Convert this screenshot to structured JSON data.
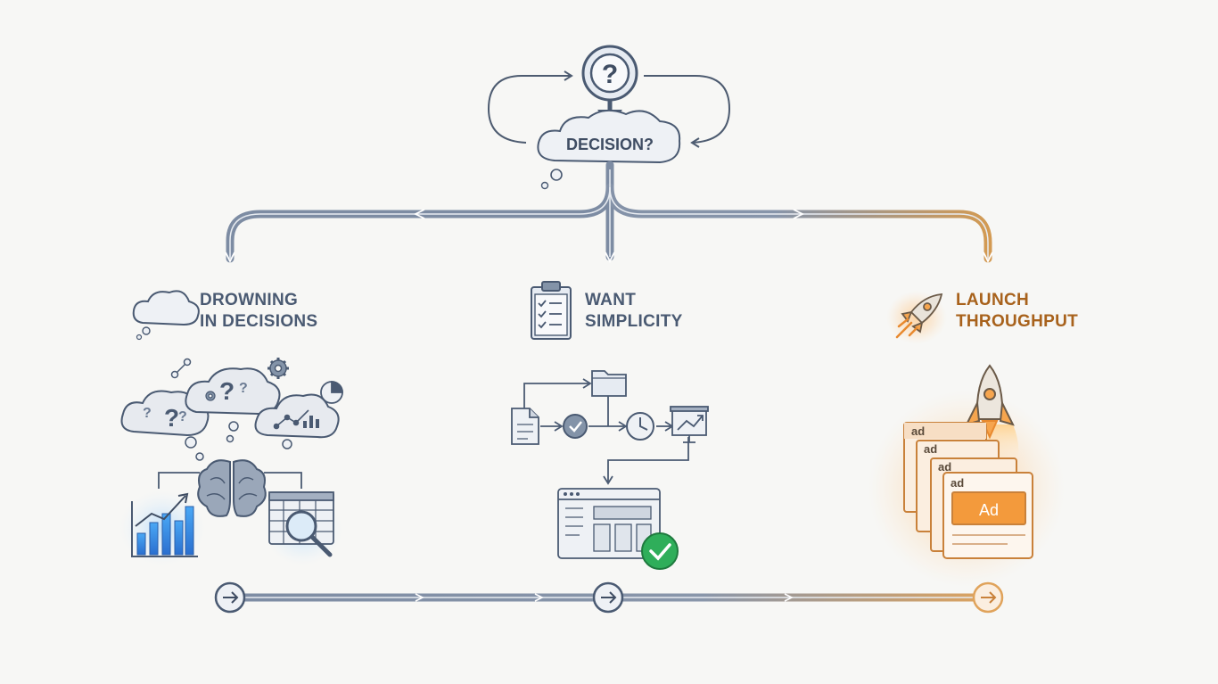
{
  "center": {
    "question_glyph": "?",
    "decision_label": "DECISION?"
  },
  "left": {
    "title_line1": "DROWNING",
    "title_line2": "IN DECISIONS",
    "cloud_marks": [
      "?",
      "?",
      "?",
      "?",
      "?"
    ]
  },
  "middle": {
    "title_line1": "WANT",
    "title_line2": "SIMPLICITY"
  },
  "right": {
    "title_line1": "LAUNCH",
    "title_line2": "THROUGHPUT",
    "ad_labels": [
      "ad",
      "ad",
      "ad",
      "ad"
    ],
    "ad_button": "Ad"
  },
  "colors": {
    "slate": "#6b7b93",
    "slate_dark": "#3f4d63",
    "accent": "#e8892e",
    "accent_light": "#f6a54e",
    "check_green": "#2fae5a",
    "chart_blue": "#3b8de0"
  }
}
